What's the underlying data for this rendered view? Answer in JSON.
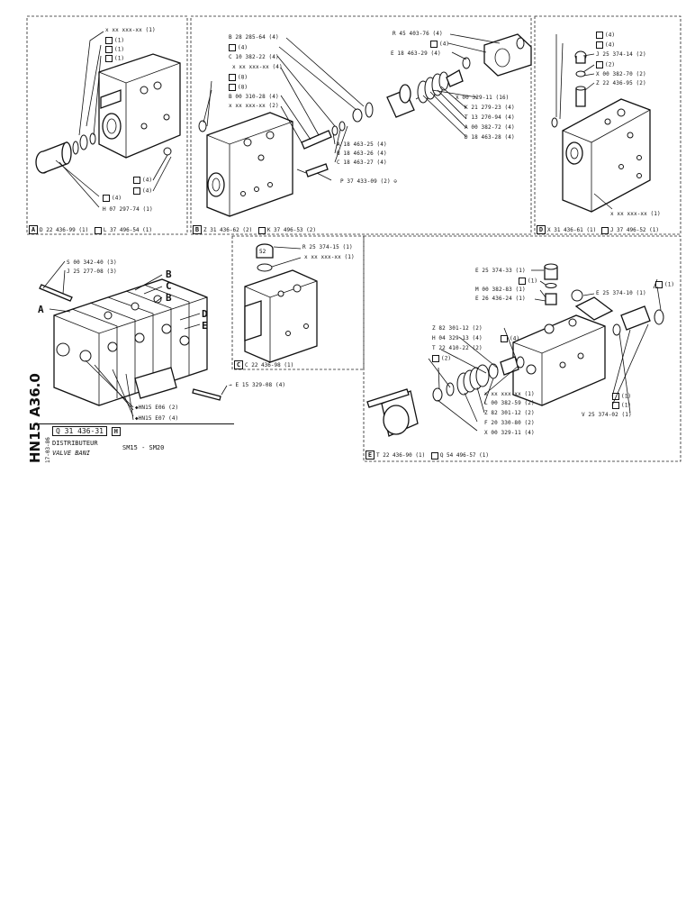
{
  "panelA": {
    "letter": "A",
    "footer_ref1": "D 22 436-99 (1)",
    "footer_ref2": "L 37 496-54 (1)",
    "labels": [
      "x xx xxx-xx (1)",
      "(1)",
      "(1)",
      "(1)",
      "(4)",
      "(4)",
      "(4)",
      "H 07 297-74 (1)"
    ]
  },
  "panelB": {
    "letter": "B",
    "footer_ref1": "Z 31 436-62 (2)",
    "footer_ref2": "K 37 496-53 (2)",
    "labels_left": [
      "B 28 285-64 (4)",
      "(4)",
      "C 10 382-22 (4)",
      "x xx xxx-xx (4)",
      "(8)",
      "(8)",
      "B 00 310-28 (4)",
      "x xx xxx-xx (2)"
    ],
    "labels_right": [
      "R 45 403-76 (4)",
      "(4)",
      "E 18 463-29 (4)",
      "X 00 329-11 (16)",
      "K 21 279-23 (4)",
      "T 13 270-94 (4)",
      "A 00 382-72 (4)",
      "D 18 463-28 (4)"
    ],
    "labels_mid": [
      "A 18 463-25 (4)",
      "B 18 463-26 (4)",
      "C 18 463-27 (4)",
      "P 37 433-09 (2)"
    ]
  },
  "panelD": {
    "letter": "D",
    "footer_ref1": "X 31 436-61 (1)",
    "footer_ref2": "J 37 496-52 (1)",
    "labels": [
      "(4)",
      "(4)",
      "J 25 374-14 (2)",
      "(2)",
      "X 00 382-70 (2)",
      "Z 22 436-95 (2)",
      "x xx xxx-xx (1)"
    ]
  },
  "panelC": {
    "letter": "C",
    "footer_ref1": "C 22 436-98 (1)",
    "labels": [
      "R 25 374-15 (1)",
      "x xx xxx-xx (1)"
    ]
  },
  "panelE": {
    "letter": "E",
    "footer_ref1": "T 22 436-90 (1)",
    "footer_ref2": "Q 54 496-57 (1)",
    "labels_top": [
      "E 25 374-33 (1)",
      "(1)",
      "M 00 382-83 (1)",
      "E 26 436-24 (1)",
      "E 25 374-10 (1)",
      "(1)"
    ],
    "labels_left": [
      "Z 82 301-12 (2)",
      "H 04 329-13 (4)",
      "T 22 410-22 (2)",
      "(2)",
      "(4)"
    ],
    "labels_bottom": [
      "x xx xxx-xx (1)",
      "L 00 382-59 (2)",
      "Z 82 301-12 (2)",
      "F 20 330-80 (2)",
      "X 00 329-11 (4)"
    ],
    "labels_right": [
      "(1)",
      "(1)",
      "V 25 374-02 (1)"
    ]
  },
  "assembly": {
    "labels": [
      "S 00 342-40 (3)",
      "J 25 277-08 (3)",
      "B",
      "C",
      "B",
      "A",
      "D",
      "E",
      "E 15 329-08 (4)",
      "HN15 E06 (2)",
      "HN15 E07 (4)"
    ]
  },
  "title_block": {
    "code": "Q 31 436-31",
    "code_mark": "H",
    "title_fr": "DISTRIBUTEUR",
    "title_it": "VALVE BANI",
    "models": "SM15 - SM20",
    "ref_vertical": "HN15 A36.0",
    "date_vertical": "17-03-86"
  }
}
